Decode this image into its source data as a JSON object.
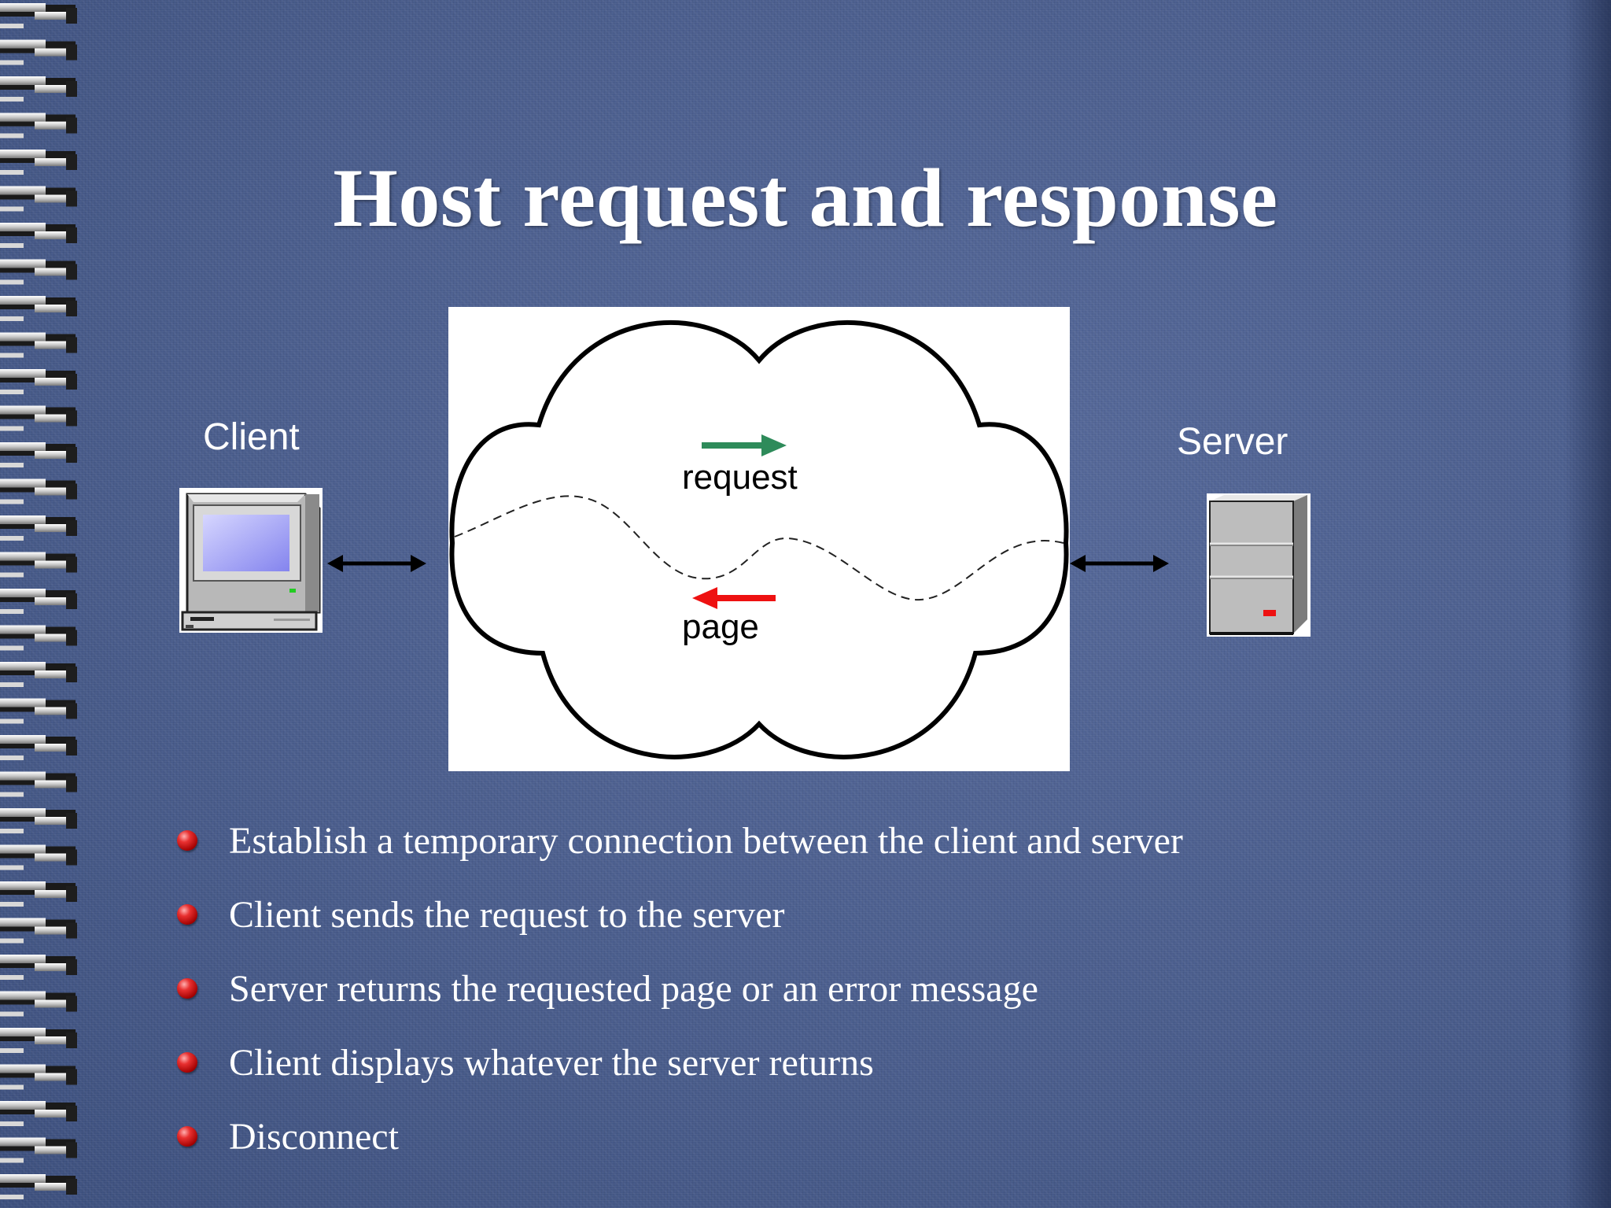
{
  "slide": {
    "title": "Host request and response"
  },
  "diagram": {
    "client_label": "Client",
    "server_label": "Server",
    "request_label": "request",
    "page_label": "page"
  },
  "bullets": [
    "Establish a temporary connection between the client and server",
    "Client sends the request to the server",
    "Server returns the requested page or an error message",
    "Client displays whatever the server returns",
    "Disconnect"
  ],
  "colors": {
    "background": "#4a5e8e",
    "request_arrow": "#2e8b5a",
    "page_arrow": "#ee1111",
    "bullet": "#cc1a1a"
  },
  "icons": [
    "spiral-binding-icon",
    "computer-icon",
    "server-tower-icon",
    "cloud-icon",
    "bullet-icon"
  ]
}
